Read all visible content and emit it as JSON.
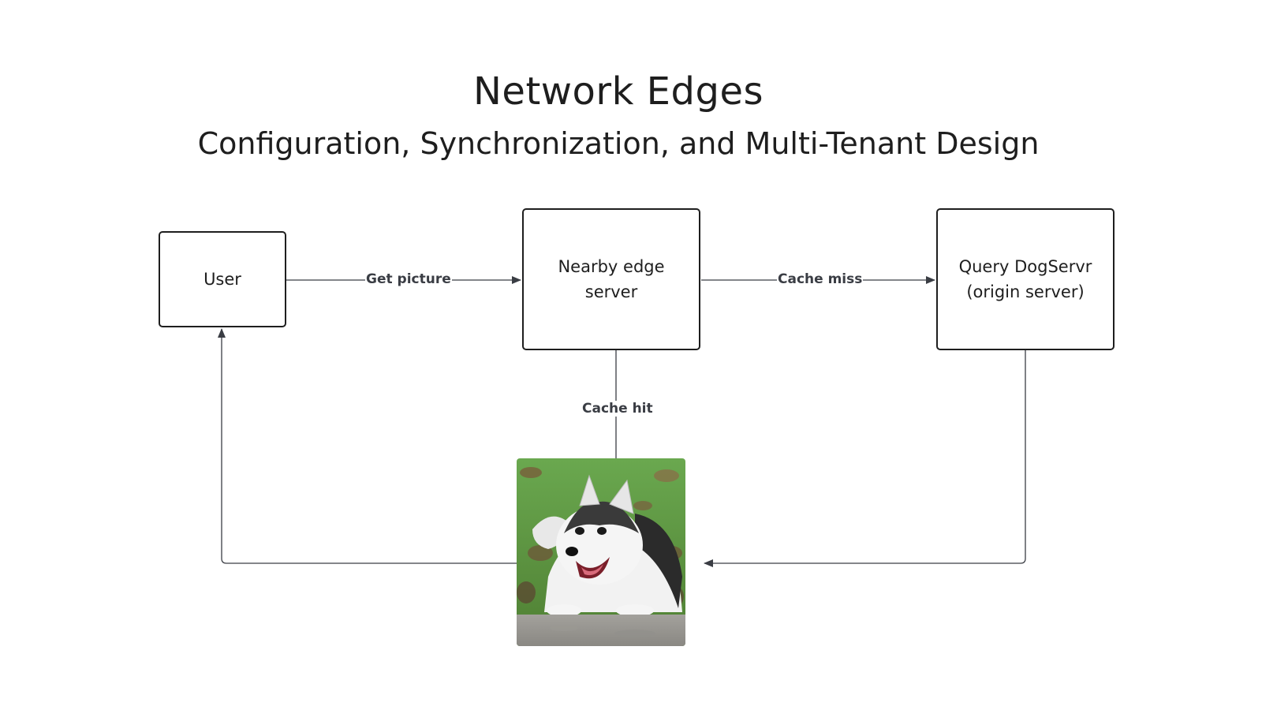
{
  "title": "Network Edges",
  "subtitle": "Configuration, Synchronization, and Multi-Tenant Design",
  "nodes": {
    "user": {
      "label": "User"
    },
    "edge_server": {
      "label": "Nearby edge\nserver"
    },
    "origin": {
      "label": "Query DogServr\n(origin server)"
    }
  },
  "edges": {
    "get_picture": "Get picture",
    "cache_miss": "Cache miss",
    "cache_hit": "Cache hit"
  },
  "image": {
    "subject": "husky-dog-photo"
  },
  "colors": {
    "line": "#3a3d44",
    "node_border": "#1e1e1e",
    "text": "#1e1e1e"
  }
}
